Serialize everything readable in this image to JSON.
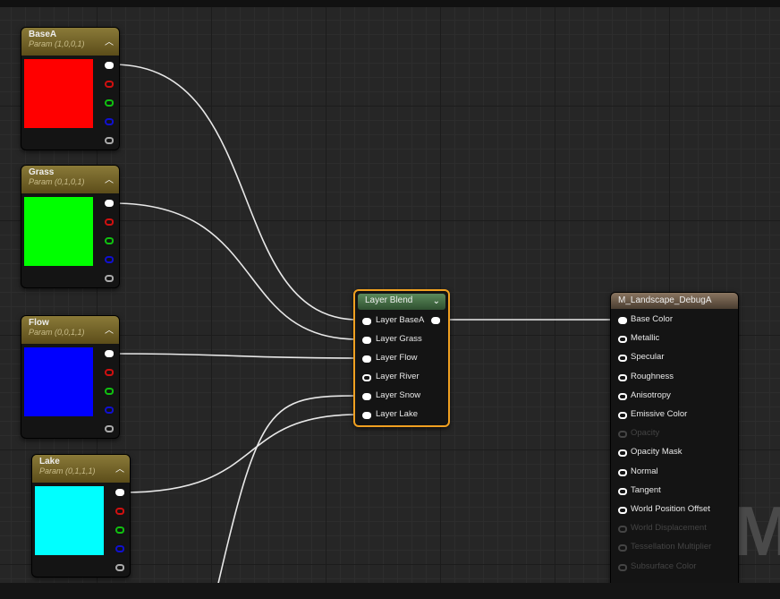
{
  "params": [
    {
      "name": "BaseA",
      "value": "Param (1,0,0,1)",
      "color": "#ff0000"
    },
    {
      "name": "Grass",
      "value": "Param (0,1,0,1)",
      "color": "#00ff00"
    },
    {
      "name": "Flow",
      "value": "Param (0,0,1,1)",
      "color": "#0000ff"
    },
    {
      "name": "Lake",
      "value": "Param (0,1,1,1)",
      "color": "#00ffff"
    }
  ],
  "layer_blend": {
    "title": "Layer Blend",
    "inputs": [
      "Layer BaseA",
      "Layer Grass",
      "Layer Flow",
      "Layer River",
      "Layer Snow",
      "Layer Lake"
    ]
  },
  "material": {
    "title": "M_Landscape_DebugA",
    "inputs": [
      {
        "label": "Base Color",
        "enabled": true
      },
      {
        "label": "Metallic",
        "enabled": true
      },
      {
        "label": "Specular",
        "enabled": true
      },
      {
        "label": "Roughness",
        "enabled": true
      },
      {
        "label": "Anisotropy",
        "enabled": true
      },
      {
        "label": "Emissive Color",
        "enabled": true
      },
      {
        "label": "Opacity",
        "enabled": false
      },
      {
        "label": "Opacity Mask",
        "enabled": true
      },
      {
        "label": "Normal",
        "enabled": true
      },
      {
        "label": "Tangent",
        "enabled": true
      },
      {
        "label": "World Position Offset",
        "enabled": true
      },
      {
        "label": "World Displacement",
        "enabled": false
      },
      {
        "label": "Tessellation Multiplier",
        "enabled": false
      },
      {
        "label": "Subsurface Color",
        "enabled": false
      }
    ]
  },
  "watermark": "M"
}
